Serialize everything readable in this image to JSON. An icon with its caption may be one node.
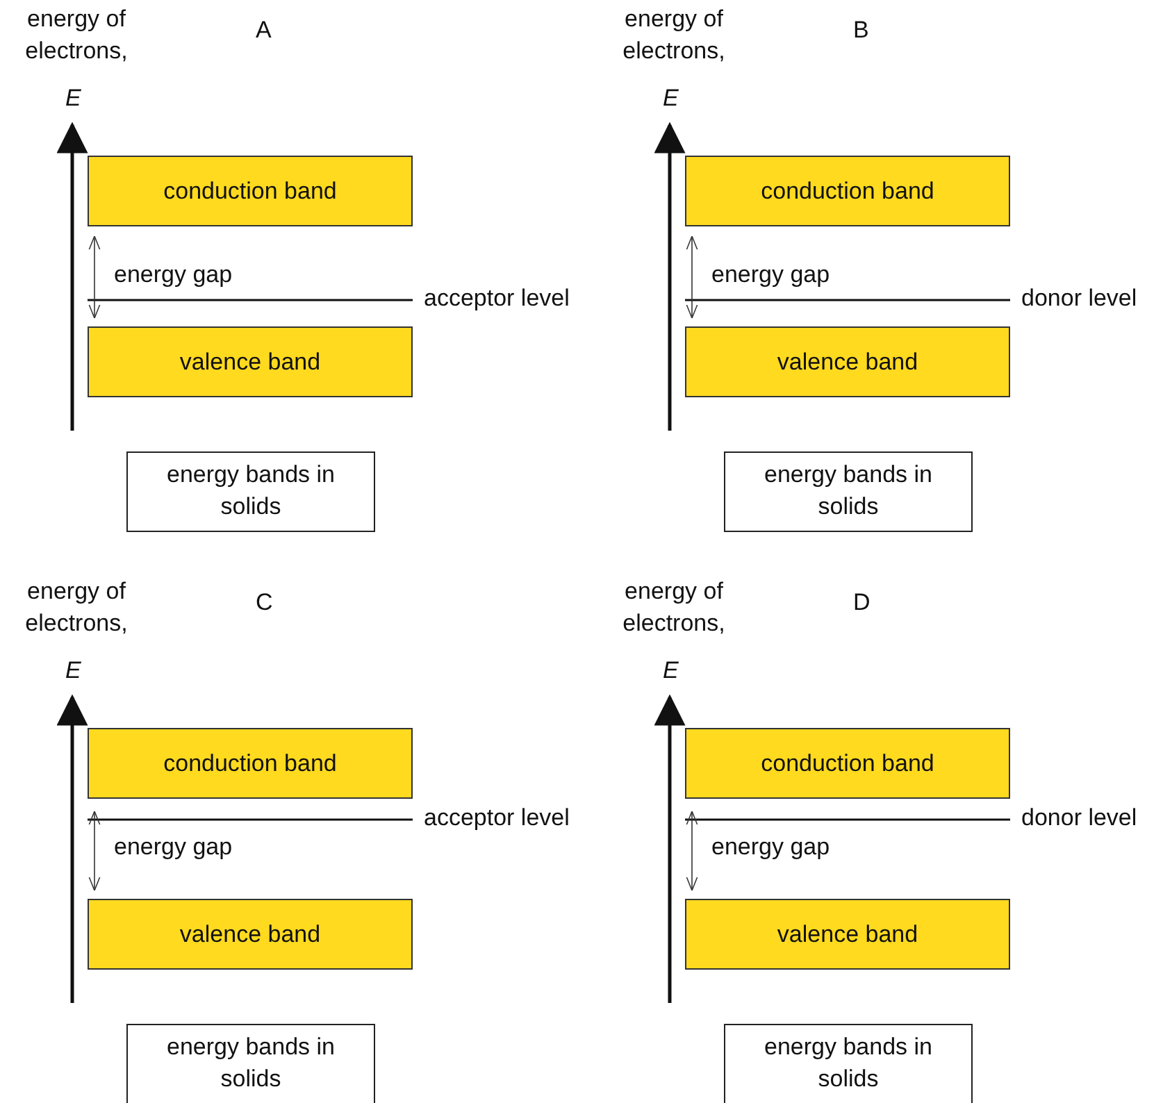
{
  "diagram": {
    "nodes": [
      {
        "text": [
          "conduction band"
        ]
      },
      {
        "text": [
          "valence band"
        ]
      },
      {
        "text": [
          "energy bands in solids"
        ]
      },
      {
        "text": [
          "conduction band"
        ]
      },
      {
        "text": [
          "valence band"
        ]
      },
      {
        "text": [
          "energy bands in solids"
        ]
      },
      {
        "text": [
          "conduction band"
        ]
      },
      {
        "text": [
          "valence band"
        ]
      },
      {
        "text": [
          "energy bands in solids"
        ]
      },
      {
        "text": [
          "conduction band"
        ]
      },
      {
        "text": [
          "valence band"
        ]
      },
      {
        "text": [
          "energy bands in solids"
        ]
      }
    ],
    "edges": [
      {
        "from": 0,
        "to": 1,
        "arrow": "both"
      },
      {
        "from": 3,
        "to": 4,
        "arrow": "both"
      },
      {
        "from": 6,
        "to": 7,
        "arrow": "both"
      },
      {
        "from": 9,
        "to": 10,
        "arrow": "both"
      }
    ],
    "labels": [
      "energy of electrons,",
      "A",
      "E",
      "energy gap",
      "acceptor level",
      "energy of electrons,",
      "B",
      "E",
      "energy gap",
      "donor level",
      "energy of electrons,",
      "C",
      "E",
      "energy gap",
      "acceptor level",
      "energy of electrons,",
      "D",
      "E",
      "energy gap",
      "donor level"
    ]
  }
}
